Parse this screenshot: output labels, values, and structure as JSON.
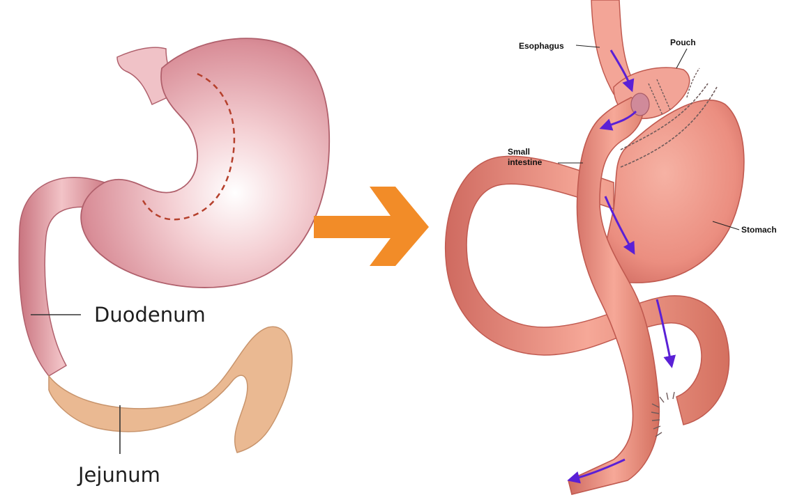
{
  "before": {
    "labels": {
      "duodenum": "Duodenum",
      "jejunum": "Jejunum"
    }
  },
  "after": {
    "labels": {
      "esophagus": "Esophagus",
      "pouch": "Pouch",
      "small_intestine_line1": "Small",
      "small_intestine_line2": "intestine",
      "stomach": "Stomach"
    }
  },
  "colors": {
    "stomach": "#e7a3aa",
    "stomach_dark": "#c9737f",
    "jejunum": "#eab992",
    "incision": "#b5402c",
    "arrow": "#f28c28",
    "flow_arrow": "#5a20d6",
    "intestine": "#e98a7e",
    "intestine_dark": "#c9625a",
    "suture": "#6e5a5a"
  }
}
